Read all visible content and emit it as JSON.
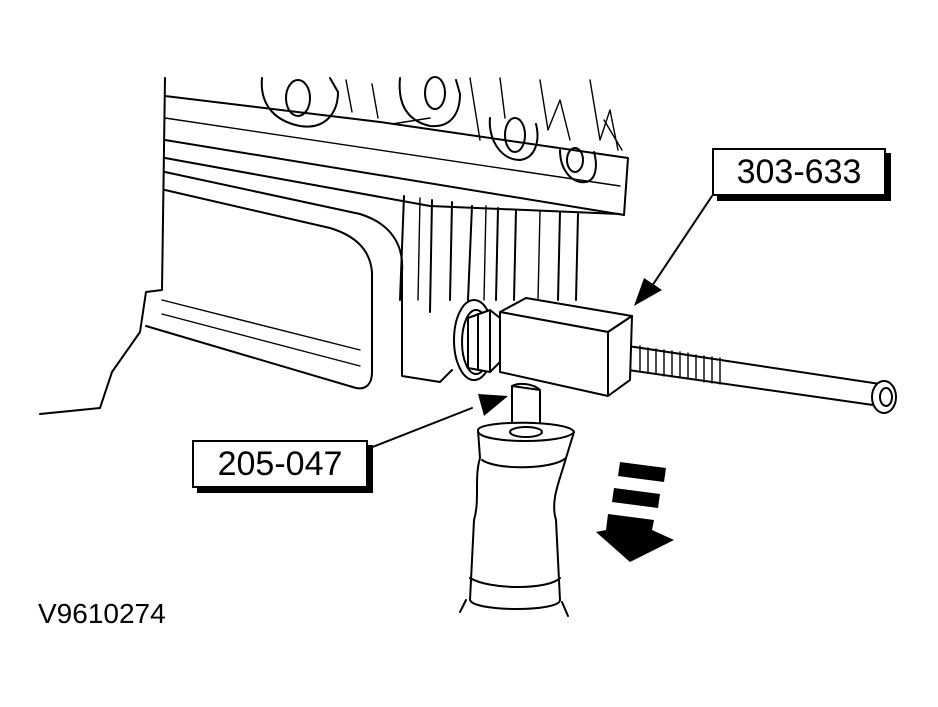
{
  "labels": {
    "tool_upper": "303-633",
    "tool_lower": "205-047",
    "figure_id": "V9610274"
  },
  "icons": {
    "direction_arrow": "pull-down-arrow-icon"
  }
}
